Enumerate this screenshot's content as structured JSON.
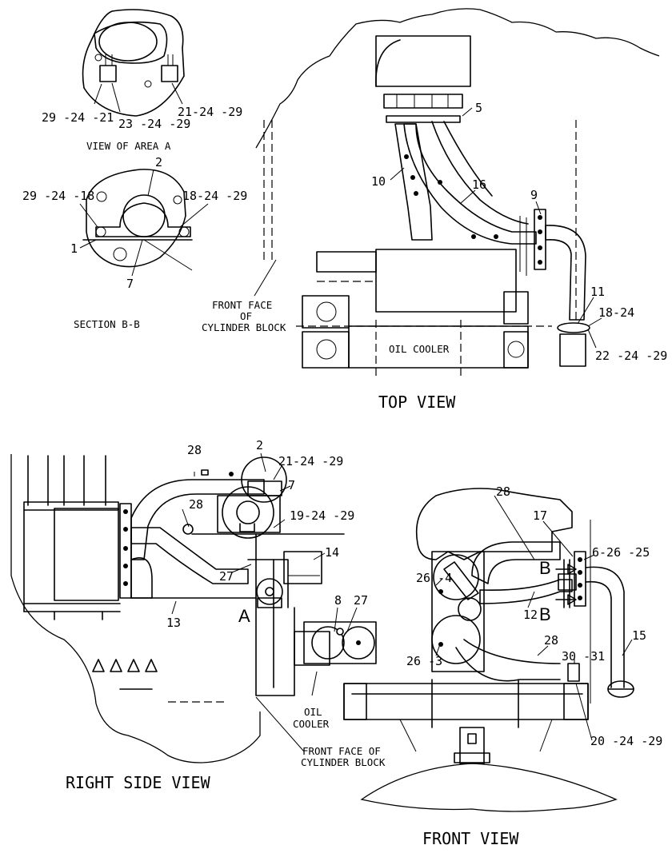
{
  "views": {
    "area_a": "VIEW OF AREA A",
    "section": "SECTION B-B",
    "top": "TOP VIEW",
    "right_side": "RIGHT SIDE VIEW",
    "front": "FRONT VIEW"
  },
  "notes": {
    "front_face_top": [
      "FRONT FACE",
      "OF",
      "CYLINDER BLOCK"
    ],
    "oil_cooler_top": "OIL COOLER",
    "oil_cooler_side": [
      "OIL",
      "COOLER"
    ],
    "front_face_side": [
      "FRONT FACE OF",
      "CYLINDER BLOCK"
    ],
    "area_marker": "A",
    "section_marker": "B"
  },
  "callouts": {
    "area_a": [
      "29 -24 -21",
      "23 -24 -29",
      "21-24 -29"
    ],
    "section": [
      "2",
      "29 -24 -18",
      "18-24 -29",
      "1",
      "7"
    ],
    "top": [
      "5",
      "10",
      "16",
      "9",
      "11",
      "18-24",
      "22 -24 -29"
    ],
    "side": [
      "28",
      "2",
      "21-24 -29",
      "7",
      "28",
      "19-24 -29",
      "14",
      "8",
      "27",
      "27",
      "13"
    ],
    "front": [
      "28",
      "17",
      "6-26 -25",
      "26 -4",
      "12",
      "28",
      "30 -31",
      "15",
      "26 -3",
      "20 -24 -29"
    ]
  }
}
